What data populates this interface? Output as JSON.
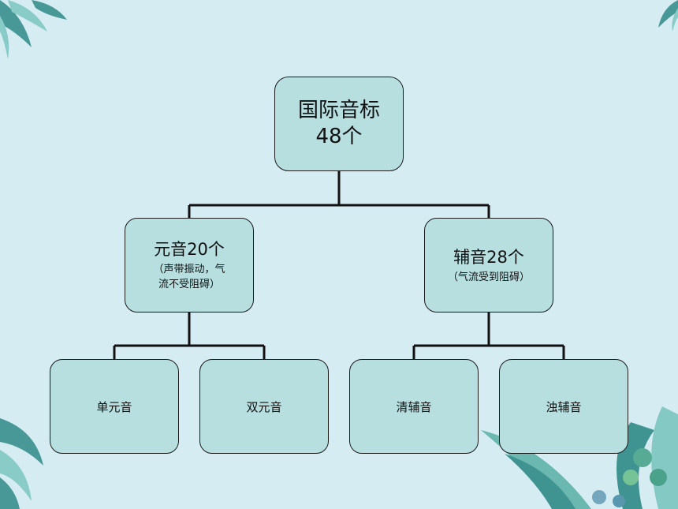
{
  "colors": {
    "background": "#d6ecf3",
    "node_fill": "#b7dfe0",
    "node_border": "#1a1a1a",
    "connector": "#111111",
    "leaf_dark": "#2f8a86",
    "leaf_light": "#7cc6bf"
  },
  "root": {
    "line1": "国际音标",
    "line2": "48个"
  },
  "vowels": {
    "title": "元音20个",
    "sub_line1": "（声带振动，气",
    "sub_line2": "流不受阻碍）"
  },
  "consonants": {
    "title": "辅音28个",
    "sub_line1": "（气流受到阻碍）"
  },
  "leaves": {
    "monophthong": "单元音",
    "diphthong": "双元音",
    "voiceless": "清辅音",
    "voiced": "浊辅音"
  },
  "decorations": [
    "palm-leaf-icon",
    "fern-leaf-icon",
    "leaf-cluster-icon"
  ]
}
